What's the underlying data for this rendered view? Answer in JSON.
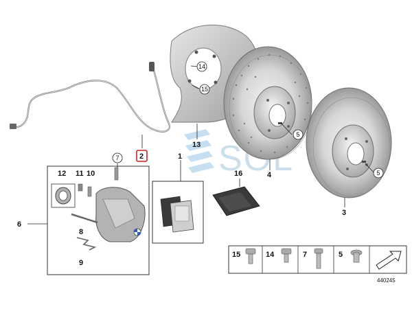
{
  "labels": {
    "l1": "1",
    "l2": "2",
    "l3": "3",
    "l4": "4",
    "l5a": "5",
    "l5b": "5",
    "l6": "6",
    "l7": "7",
    "l8": "8",
    "l9": "9",
    "l10": "10",
    "l11": "11",
    "l12": "12",
    "l13": "13",
    "l14": "14",
    "l15": "15",
    "l16": "16"
  },
  "legend": {
    "a": "15",
    "b": "14",
    "c": "7",
    "d": "5"
  },
  "watermark": "SOL",
  "diagram_id": "440245",
  "colors": {
    "line": "#222222",
    "disc_light": "#e8e8e8",
    "disc_mid": "#c9c9c9",
    "disc_dark": "#8c8c8c",
    "shield": "#bdbdbd",
    "highlight": "#d81e1e",
    "watermark": "#9fc4dc"
  }
}
